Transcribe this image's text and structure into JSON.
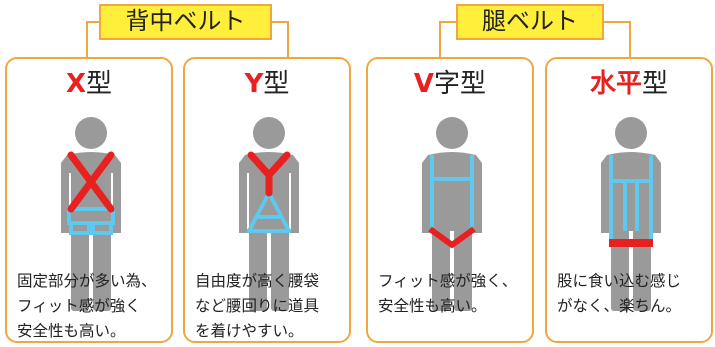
{
  "groups": [
    {
      "label": "背中ベルト"
    },
    {
      "label": "腿ベルト"
    }
  ],
  "colors": {
    "card_border": "#f2a640",
    "label_fill": "#ffef3a",
    "red": "#e8201f",
    "blue": "#5ec8ef",
    "body": "#9a9a9a"
  },
  "cards": [
    {
      "title_main": "X",
      "title_suffix": "型",
      "description": "固定部分が多い為、\nフィット感が強く\n安全性も高い。"
    },
    {
      "title_main": "Y",
      "title_suffix": "型",
      "description": "自由度が高く腰袋\nなど腰回りに道具\nを着けやすい。"
    },
    {
      "title_main": "V",
      "title_suffix": "字型",
      "description": "フィット感が強く、\n安全性も高い。"
    },
    {
      "title_main": "水平",
      "title_suffix": "型",
      "description": "股に食い込む感じ\nがなく、楽ちん。"
    }
  ]
}
